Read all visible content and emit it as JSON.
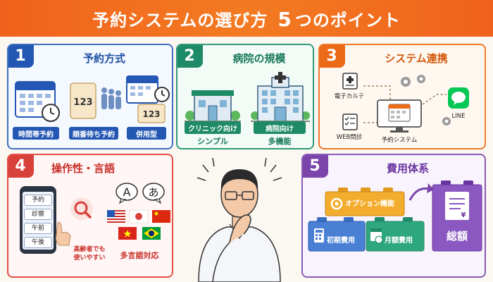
{
  "title": {
    "main": "予約システムの選び方",
    "num": "5",
    "suffix": "つのポイント"
  },
  "points": [
    {
      "num": "1",
      "title": "予約方式",
      "options": [
        "時間帯予約",
        "順番待ち予約",
        "併用型"
      ],
      "ticket_number": "123"
    },
    {
      "num": "2",
      "title": "病院の規模",
      "clinic": {
        "label": "クリニック向け",
        "sub": "シンプル"
      },
      "hospital": {
        "label": "病院向け",
        "sub": "多機能"
      }
    },
    {
      "num": "3",
      "title": "システム連携",
      "nodes": {
        "ehr": "電子カルテ",
        "web": "WEB問診",
        "system": "予約システム",
        "line": "LINE"
      }
    },
    {
      "num": "4",
      "title": "操作性・言語",
      "phone_buttons": [
        "予約",
        "診察",
        "午前",
        "午後"
      ],
      "lang_glyphs": [
        "A",
        "あ"
      ],
      "elderly_note": [
        "高齢者でも",
        "使いやすい"
      ],
      "multilang": "多言語対応"
    },
    {
      "num": "5",
      "title": "費用体系",
      "blocks": {
        "option": "オプション機能",
        "initial": "初期費用",
        "monthly": "月額費用",
        "total": "総額",
        "yen": "¥"
      }
    }
  ],
  "colors": {
    "orange": "#f0621c",
    "blue": "#2457b3",
    "green": "#1f8a68",
    "red": "#d8403a",
    "purple": "#7a44ab",
    "line_green": "#06c755"
  }
}
